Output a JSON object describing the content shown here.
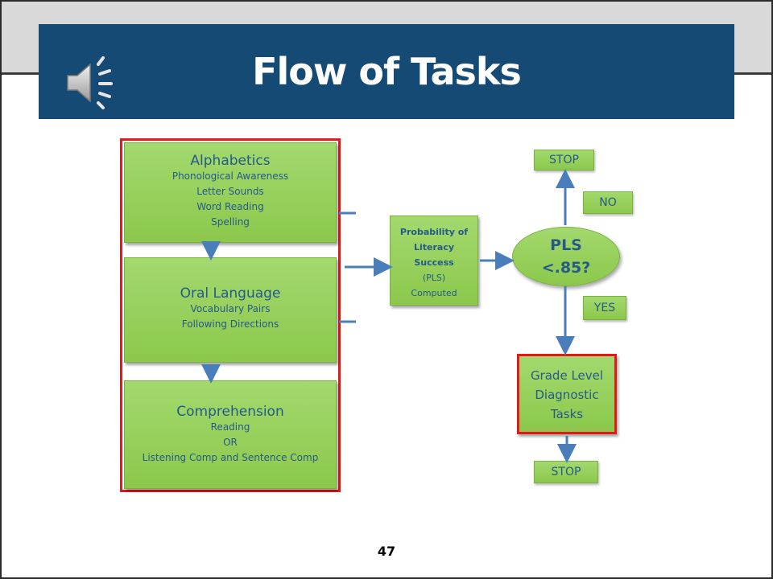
{
  "slide": {
    "title": "Flow of Tasks",
    "page_number": "47",
    "speaker_icon": "speaker-audio-icon"
  },
  "colors": {
    "title_bar": "#144a73",
    "box_fill": "#97d15a",
    "box_text": "#255a8a",
    "highlight_outline": "#e11b1b",
    "arrow": "#4a7ebb"
  },
  "left_boxes": [
    {
      "title": "Alphabetics",
      "lines": [
        "Phonological Awareness",
        "Letter Sounds",
        "Word Reading",
        "Spelling"
      ]
    },
    {
      "title": "Oral Language",
      "lines": [
        "Vocabulary Pairs",
        "Following Directions"
      ]
    },
    {
      "title": "Comprehension",
      "lines": [
        "Reading",
        "OR",
        "Listening Comp and Sentence Comp"
      ]
    }
  ],
  "pls_box": {
    "title_lines": [
      "Probability of",
      "Literacy",
      "Success"
    ],
    "lines": [
      "(PLS)",
      "Computed"
    ]
  },
  "decision": {
    "lines": [
      "PLS",
      "<.85?"
    ]
  },
  "labels": {
    "no": "NO",
    "yes": "YES",
    "stop_top": "STOP",
    "stop_bottom": "STOP"
  },
  "grade_box": {
    "lines": [
      "Grade Level",
      "Diagnostic",
      "Tasks"
    ]
  }
}
